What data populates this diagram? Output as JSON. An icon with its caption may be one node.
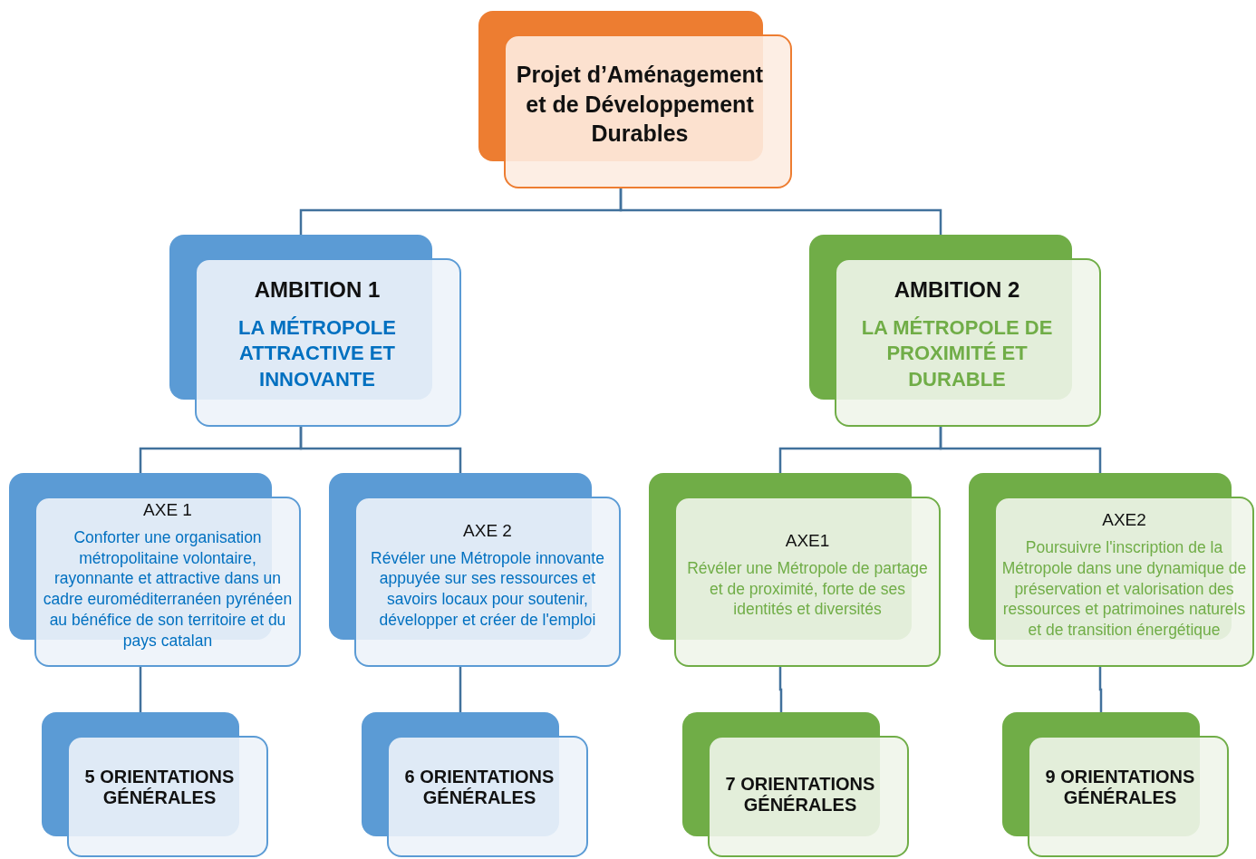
{
  "diagram": {
    "nodes": [
      {
        "text": [
          "Projet d’Aménagement et de Développement Durables"
        ]
      },
      {
        "text": [
          "AMBITION 1",
          "LA MÉTROPOLE ATTRACTIVE ET INNOVANTE"
        ]
      },
      {
        "text": [
          "AMBITION 2",
          "LA MÉTROPOLE DE PROXIMITÉ ET DURABLE"
        ]
      },
      {
        "text": [
          "AXE 1",
          "Conforter une organisation métropolitaine volontaire, rayonnante et attractive dans un cadre euroméditerranéen pyrénéen au bénéfice de son territoire et du pays catalan"
        ]
      },
      {
        "text": [
          "AXE 2",
          "Révéler une Métropole innovante appuyée sur ses ressources et savoirs locaux pour soutenir, développer et créer de l'emploi"
        ]
      },
      {
        "text": [
          "AXE1",
          "Révéler une Métropole de partage et de proximité, forte de ses identités et diversités"
        ]
      },
      {
        "text": [
          "AXE2",
          "Poursuivre l'inscription de la Métropole dans une dynamique de préservation et valorisation des ressources et patrimoines naturels et de transition énergétique"
        ]
      },
      {
        "text": [
          "5 ORIENTATIONS GÉNÉRALES"
        ]
      },
      {
        "text": [
          "6 ORIENTATIONS GÉNÉRALES"
        ]
      },
      {
        "text": [
          "7 ORIENTATIONS GÉNÉRALES"
        ]
      },
      {
        "text": [
          "9 ORIENTATIONS GÉNÉRALES"
        ]
      }
    ],
    "edges": [
      {
        "from": 0,
        "to": 1,
        "arrow": "none"
      },
      {
        "from": 0,
        "to": 2,
        "arrow": "none"
      },
      {
        "from": 1,
        "to": 3,
        "arrow": "none"
      },
      {
        "from": 1,
        "to": 4,
        "arrow": "none"
      },
      {
        "from": 2,
        "to": 5,
        "arrow": "none"
      },
      {
        "from": 2,
        "to": 6,
        "arrow": "none"
      },
      {
        "from": 3,
        "to": 7,
        "arrow": "none"
      },
      {
        "from": 4,
        "to": 8,
        "arrow": "none"
      },
      {
        "from": 5,
        "to": 9,
        "arrow": "none"
      },
      {
        "from": 6,
        "to": 10,
        "arrow": "none"
      }
    ]
  }
}
